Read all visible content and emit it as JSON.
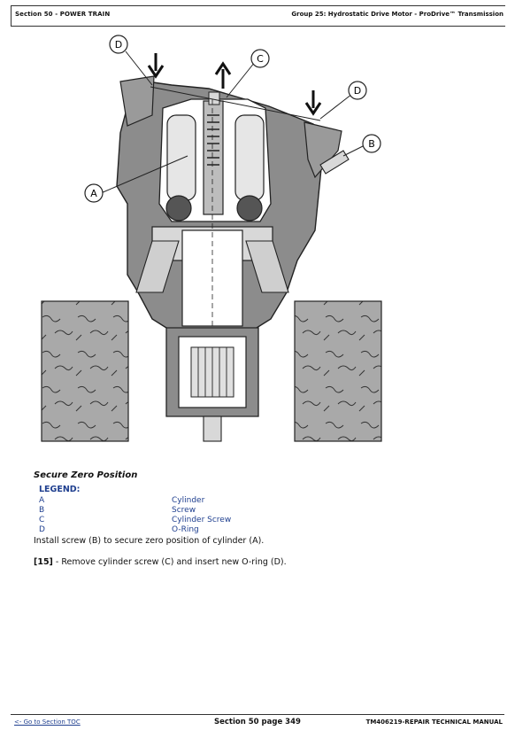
{
  "header": {
    "section": "Section 50 - POWER TRAIN",
    "group": "Group 25: Hydrostatic Drive Motor - ProDrive™ Transmission"
  },
  "figure": {
    "callouts": {
      "a": "A",
      "b": "B",
      "c": "C",
      "d1": "D",
      "d2": "D"
    }
  },
  "caption": "Secure Zero Position",
  "legend": {
    "title": "LEGEND:",
    "items": [
      {
        "key": "A",
        "value": "Cylinder"
      },
      {
        "key": "B",
        "value": "Screw"
      },
      {
        "key": "C",
        "value": "Cylinder Screw"
      },
      {
        "key": "D",
        "value": "O-Ring"
      }
    ]
  },
  "instruction": "Install screw (B) to secure zero position of cylinder (A).",
  "step": {
    "number": "[15]",
    "text": " - Remove cylinder screw (C) and insert new O-ring (D)."
  },
  "footer": {
    "toc_link": "<- Go to Section TOC",
    "page": "Section 50 page 349",
    "manual": "TM406219-REPAIR TECHNICAL MANUAL"
  }
}
